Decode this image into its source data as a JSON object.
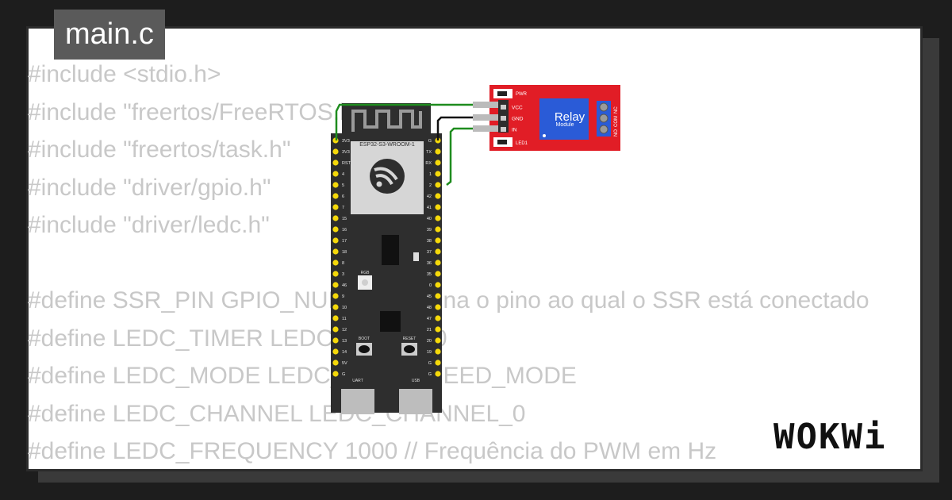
{
  "tab": {
    "filename": "main.c"
  },
  "code": {
    "lines": [
      "#include <stdio.h>",
      "#include \"freertos/FreeRTOS.h\"",
      "#include \"freertos/task.h\"",
      "#include \"driver/gpio.h\"",
      "#include \"driver/ledc.h\"",
      "",
      "#define SSR_PIN GPIO_NUM_2 // Defina o pino ao qual o SSR está conectado",
      "#define LEDC_TIMER LEDC_TIMER_0",
      "#define LEDC_MODE LEDC_LOW_SPEED_MODE",
      "#define LEDC_CHANNEL LEDC_CHANNEL_0",
      "#define LEDC_FREQUENCY 1000 // Frequência do PWM em Hz"
    ]
  },
  "board": {
    "module_label": "ESP32-S3-WROOM-1",
    "left_pins": [
      "3V3",
      "3V3",
      "RST",
      "4",
      "5",
      "6",
      "7",
      "15",
      "16",
      "17",
      "18",
      "8",
      "3",
      "46",
      "9",
      "10",
      "11",
      "12",
      "13",
      "14",
      "5V",
      "G"
    ],
    "right_pins": [
      "G",
      "TX",
      "RX",
      "1",
      "2",
      "42",
      "41",
      "40",
      "39",
      "38",
      "37",
      "36",
      "35",
      "0",
      "45",
      "48",
      "47",
      "21",
      "20",
      "19",
      "G",
      "G"
    ],
    "rgb_label": "RGB",
    "boot_label": "BOOT",
    "reset_label": "RESET",
    "uart_label": "UART",
    "usb_label": "USB"
  },
  "relay": {
    "title": "Relay",
    "subtitle": "Module",
    "pwr_label": "PWR",
    "led_label": "LED1",
    "pins": [
      "VCC",
      "GND",
      "IN"
    ],
    "terminals": [
      "NO",
      "COM",
      "NC"
    ]
  },
  "wires": {
    "vcc_color": "#1e8c1e",
    "gnd_color": "#111111",
    "in_color": "#1e8c1e"
  },
  "brand": {
    "logo": "WOKWi"
  },
  "colors": {
    "relay_red": "#e11d26",
    "board_black": "#2e2e2e",
    "pin_yellow": "#f5d90a",
    "code_gray": "#c8c8c8"
  }
}
